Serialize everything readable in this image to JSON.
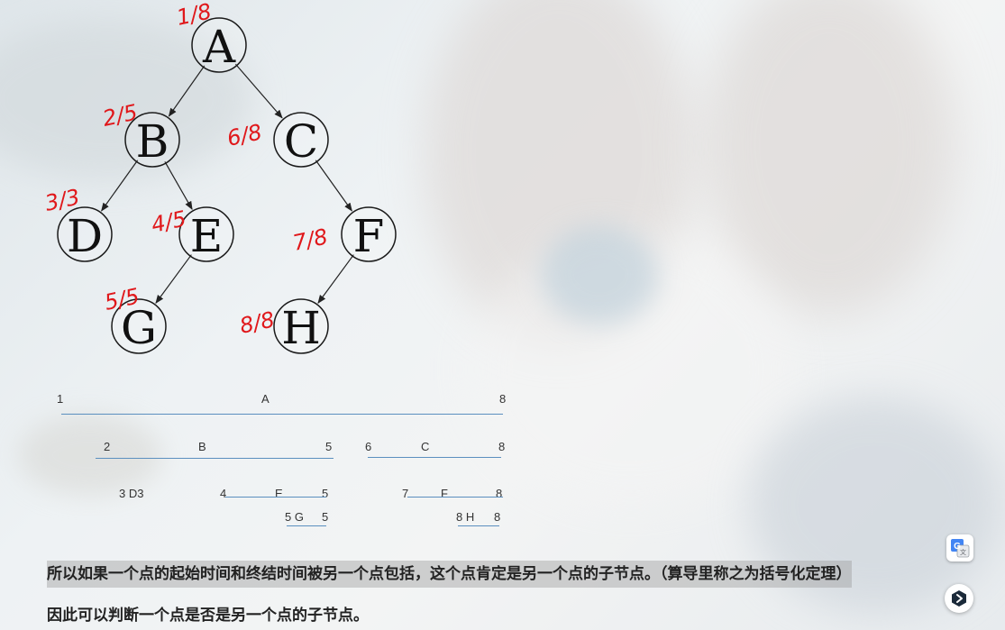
{
  "tree": {
    "nodes": [
      {
        "id": "A",
        "label": "A",
        "annotation": "1/8"
      },
      {
        "id": "B",
        "label": "B",
        "annotation": "2/5"
      },
      {
        "id": "C",
        "label": "C",
        "annotation": "6/8"
      },
      {
        "id": "D",
        "label": "D",
        "annotation": "3/3"
      },
      {
        "id": "E",
        "label": "E",
        "annotation": "4/5"
      },
      {
        "id": "F",
        "label": "F",
        "annotation": "7/8"
      },
      {
        "id": "G",
        "label": "G",
        "annotation": "5/5"
      },
      {
        "id": "H",
        "label": "H",
        "annotation": "8/8"
      }
    ],
    "edges": [
      [
        "A",
        "B"
      ],
      [
        "A",
        "C"
      ],
      [
        "B",
        "D"
      ],
      [
        "B",
        "E"
      ],
      [
        "C",
        "F"
      ],
      [
        "E",
        "G"
      ],
      [
        "F",
        "H"
      ]
    ],
    "annotation_color": "#e0181b"
  },
  "timeline": {
    "row1": {
      "start": "1",
      "label": "A",
      "end": "8"
    },
    "row2": [
      {
        "start": "2",
        "label": "B",
        "end": "5"
      },
      {
        "start": "6",
        "label": "C",
        "end": "8"
      }
    ],
    "row3": [
      {
        "text": "3 D3"
      },
      {
        "start": "4",
        "label": "E",
        "end": "5"
      },
      {
        "start": "7",
        "label": "F",
        "end": "8"
      }
    ],
    "row4": [
      {
        "text": "5 G",
        "end": "5"
      },
      {
        "text": "8 H",
        "end": "8"
      }
    ],
    "line_color": "#5b8fbf"
  },
  "paragraphs": {
    "p1": "所以如果一个点的起始时间和终结时间被另一个点包括，这个点肯定是另一个点的子节点。（算导里称之为括号化定理）",
    "p2": "因此可以判断一个点是否是另一个点的子节点。"
  },
  "floating": {
    "translate_icon": "google-translate-icon",
    "translate_letter": "G",
    "assistant_icon": "assistant-icon"
  }
}
